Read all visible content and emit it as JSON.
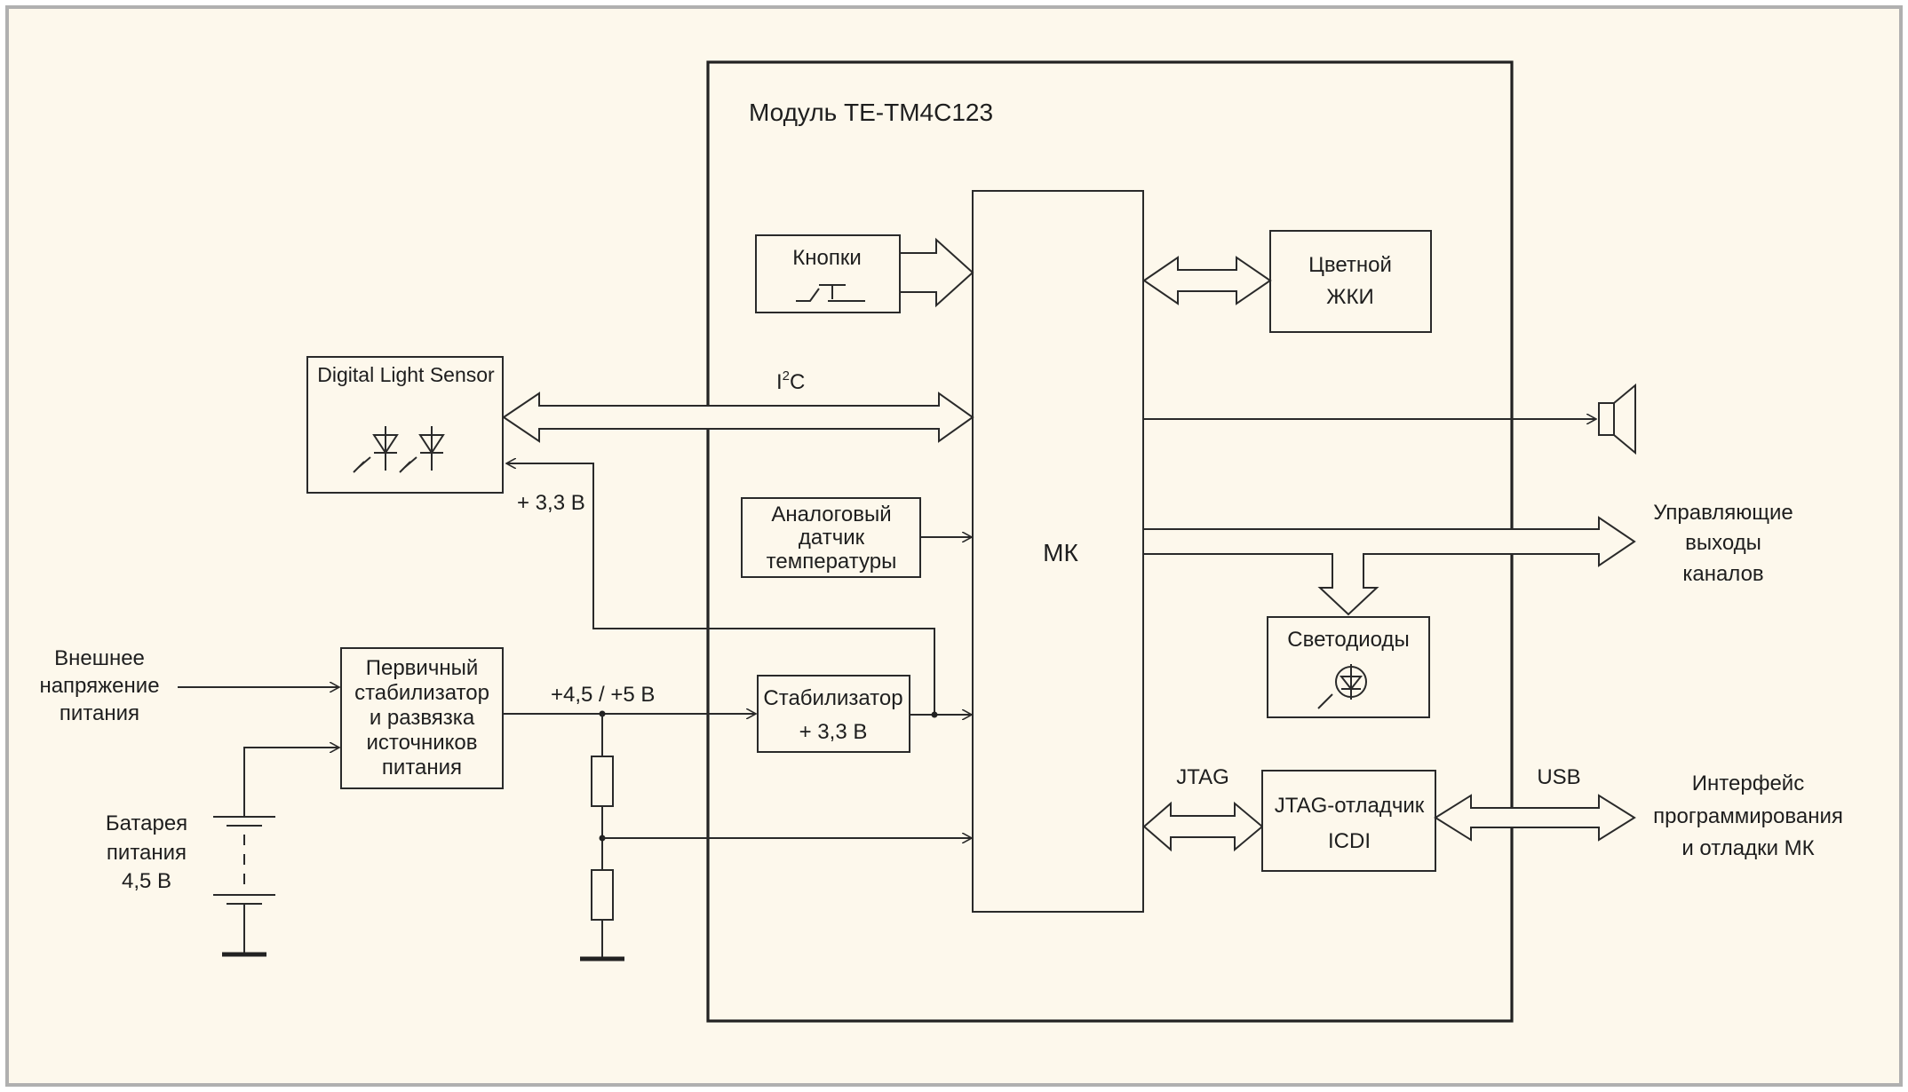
{
  "colors": {
    "background": "#fdf8ec",
    "frame": "#b0b0b0",
    "line": "#2a2a2a"
  },
  "module": {
    "title": "Модуль TE-TM4C123"
  },
  "blocks": {
    "buttons": {
      "label": "Кнопки"
    },
    "lcd": {
      "line1": "Цветной",
      "line2": "ЖКИ"
    },
    "light_sensor": {
      "label": "Digital Light Sensor"
    },
    "temp_sensor": {
      "line1": "Аналоговый",
      "line2": "датчик",
      "line3": "температуры"
    },
    "mcu": {
      "label": "МК"
    },
    "leds": {
      "label": "Светодиоды"
    },
    "stabilizer": {
      "line1": "Стабилизатор",
      "line2": "+ 3,3 В"
    },
    "primary_stabilizer": {
      "line1": "Первичный",
      "line2": "стабилизатор",
      "line3": "и  развязка",
      "line4": "источников",
      "line5": "питания"
    },
    "jtag_debugger": {
      "line1": "JTAG-отладчик",
      "line2": "ICDI"
    }
  },
  "labels": {
    "i2c_base": "I",
    "i2c_sup": "2",
    "i2c_tail": "C",
    "v33": "+ 3,3 В",
    "v45": "+4,5 / +5 В",
    "jtag": "JTAG",
    "usb": "USB",
    "ext_power": [
      "Внешнее",
      "напряжение",
      "питания"
    ],
    "battery": [
      "Батарея",
      "питания",
      "4,5 В"
    ],
    "control_outputs": [
      "Управляющие",
      "выходы",
      "каналов"
    ],
    "prog_interface": [
      "Интерфейс",
      "программирования",
      "и отладки МК"
    ]
  },
  "icons": [
    "switch-icon",
    "photodiode-icon",
    "led-icon",
    "speaker-icon",
    "resistor-icon",
    "ground-icon",
    "battery-icon"
  ]
}
